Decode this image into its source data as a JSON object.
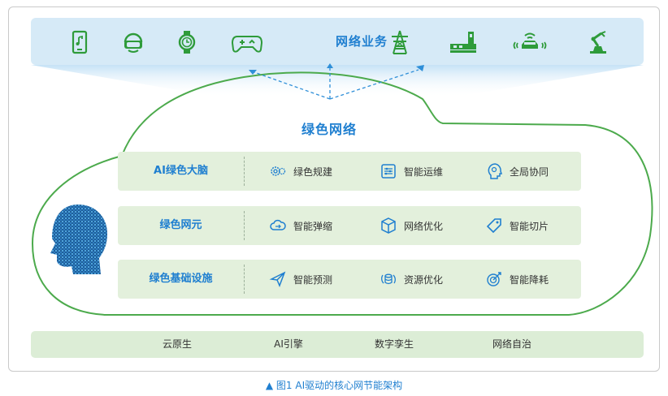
{
  "network_services": {
    "title": "网络业务",
    "icons_left": [
      "phone-music-icon",
      "vr-headset-icon",
      "smartwatch-icon",
      "gamepad-icon"
    ],
    "icons_right": [
      "power-tower-icon",
      "factory-icon",
      "connected-car-icon",
      "robot-arm-icon"
    ]
  },
  "green_network": {
    "title": "绿色网络",
    "rows": [
      {
        "title": "AI绿色大脑",
        "items": [
          {
            "icon": "gears-icon",
            "label": "绿色规建"
          },
          {
            "icon": "settings-sliders-icon",
            "label": "智能运维"
          },
          {
            "icon": "brain-head-icon",
            "label": "全局协同"
          }
        ]
      },
      {
        "title": "绿色网元",
        "items": [
          {
            "icon": "cloud-icon",
            "label": "智能弹缩"
          },
          {
            "icon": "cube-icon",
            "label": "网络优化"
          },
          {
            "icon": "tag-icon",
            "label": "智能切片"
          }
        ]
      },
      {
        "title": "绿色基础设施",
        "items": [
          {
            "icon": "send-icon",
            "label": "智能预测"
          },
          {
            "icon": "database-cycle-icon",
            "label": "资源优化"
          },
          {
            "icon": "target-arrow-icon",
            "label": "智能降耗"
          }
        ]
      }
    ]
  },
  "foundation": [
    "云原生",
    "AI引擎",
    "数字孪生",
    "网络自治"
  ],
  "caption": "▲ 图1  AI驱动的核心网节能架构",
  "colors": {
    "accent_blue": "#1f7fd0",
    "icon_green": "#2e9b3a",
    "cloud_outline": "#4caa4c",
    "row_bg": "#e3f0dc",
    "service_bg": "#d6eaf7"
  }
}
